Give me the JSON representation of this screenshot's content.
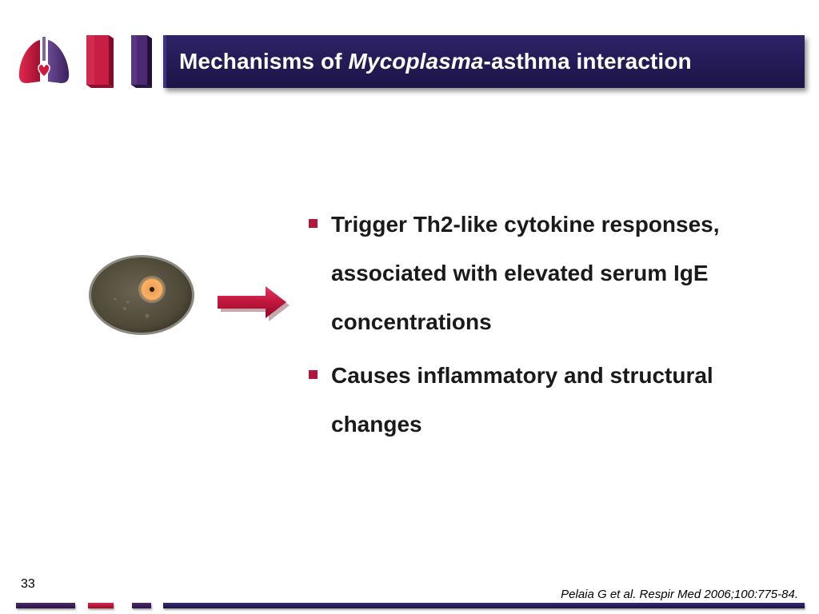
{
  "header": {
    "title_prefix": "Mechanisms of ",
    "title_italic": "Mycoplasma",
    "title_suffix": "-asthma interaction"
  },
  "icons": {
    "logo": "lungs-heart-logo-icon",
    "bar_red": "red-bar-icon",
    "bar_purple": "purple-bar-icon",
    "dish": "petri-dish-icon",
    "arrow": "arrow-right-icon",
    "bullet": "square-bullet-icon"
  },
  "colors": {
    "title_bg": "#241a55",
    "accent_red": "#b3163b",
    "accent_purple": "#3a1f5c",
    "text": "#1a1a1a"
  },
  "bullets": [
    {
      "text": "Trigger Th2-like cytokine responses, associated with elevated serum IgE concentrations"
    },
    {
      "text": "Causes inflammatory and structural changes"
    }
  ],
  "footer": {
    "page_number": "33",
    "citation": "Pelaia G et al. Respir Med 2006;100:775-84."
  }
}
